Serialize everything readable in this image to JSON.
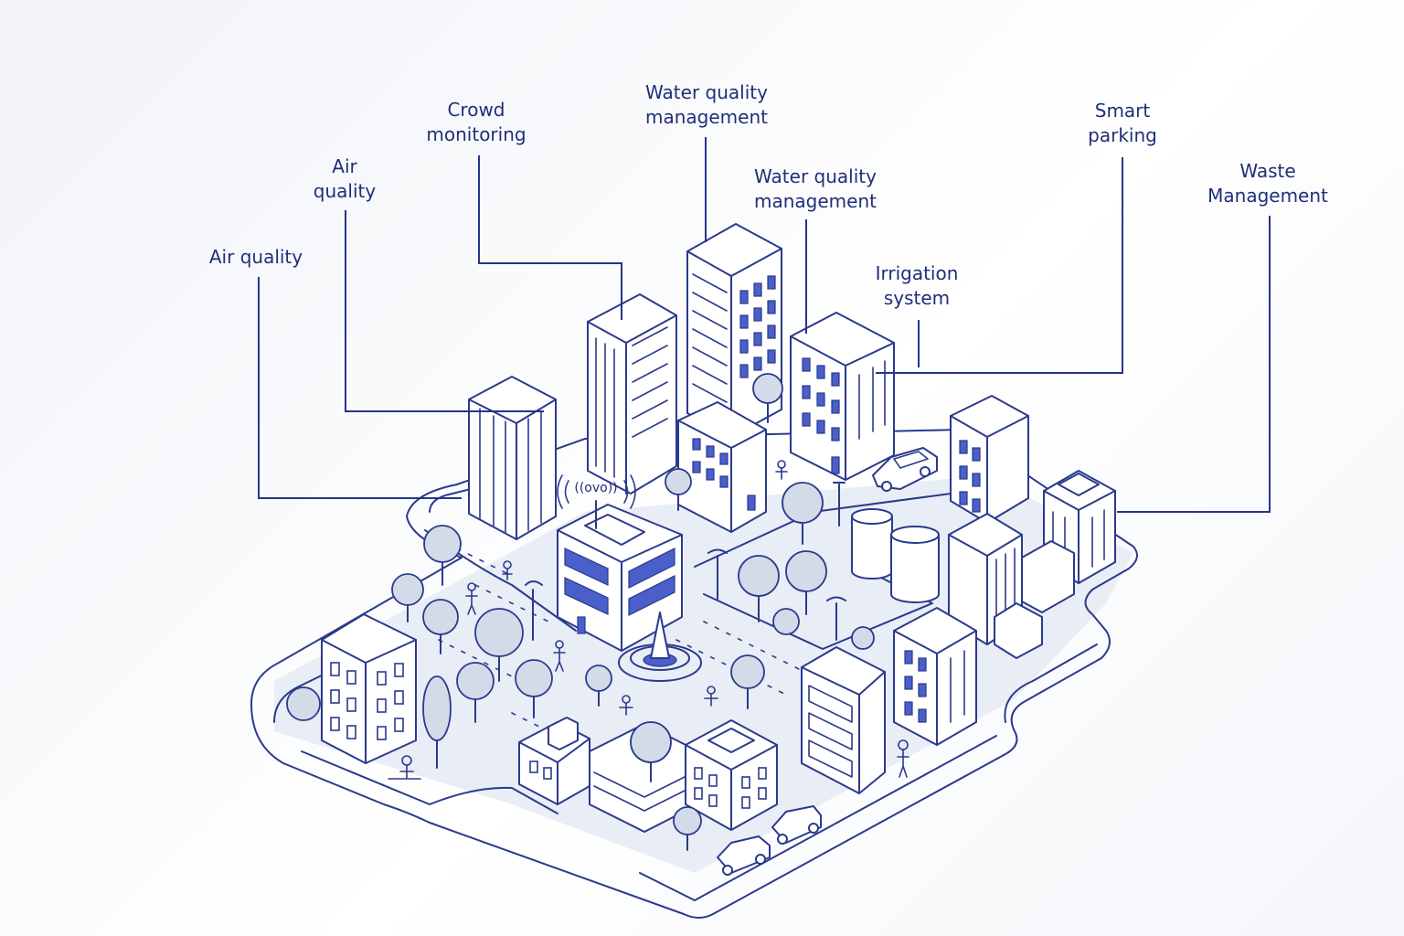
{
  "labels": {
    "air_quality_left": "Air quality",
    "air_quality_top": [
      "Air",
      "quality"
    ],
    "crowd_monitoring": [
      "Crowd",
      "monitoring"
    ],
    "water_quality_1": [
      "Water quality",
      "management"
    ],
    "water_quality_2": [
      "Water quality",
      "management"
    ],
    "irrigation_system": [
      "Irrigation",
      "system"
    ],
    "smart_parking": [
      "Smart",
      "parking"
    ],
    "waste_management": [
      "Waste",
      "Management"
    ]
  },
  "colors": {
    "line": "#2a3a8c",
    "text": "#1f2f78",
    "window_fill": "#4a5fc9",
    "tree_fill": "#d3dbe9",
    "ground_fill": "#e9edf5"
  }
}
